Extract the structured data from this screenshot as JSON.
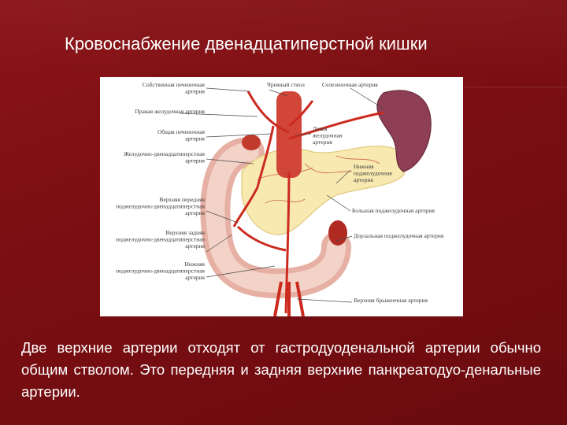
{
  "slide": {
    "title": "Кровоснабжение двенадцатиперстной кишки",
    "caption": "Две верхние артерии отходят от гастродуоденальной артерии обычно общим стволом. Это передняя и задняя верхние панкреатодуо-денальные артерии."
  },
  "figure": {
    "labels_left": [
      [
        "Собственная печеночная",
        "артерия"
      ],
      [
        "Правая желудочная артерия"
      ],
      [
        "Общая печеночная",
        "артерия"
      ],
      [
        "Желудочно-двенадцатиперстная",
        "артерия"
      ],
      [
        "Верхняя передняя",
        "поджелудочно-двенадцатиперстная",
        "артерия"
      ],
      [
        "Верхняя задняя",
        "поджелудочно-двенадцатиперстная",
        "артерия"
      ],
      [
        "Нижняя",
        "поджелудочно-двенадцатиперстная",
        "артерия"
      ]
    ],
    "labels_right": [
      [
        "Селезеночная артерия"
      ],
      [
        "Левая",
        "желудочная",
        "артерия"
      ],
      [
        "Нижняя",
        "поджелудочная",
        "артерия"
      ],
      [
        "Большая поджелудочная артерия"
      ],
      [
        "Дорзальная поджелудочная артерия"
      ],
      [
        "Верхняя брыжеечная артерия"
      ]
    ],
    "label_top": [
      "Чревный ствол"
    ]
  }
}
